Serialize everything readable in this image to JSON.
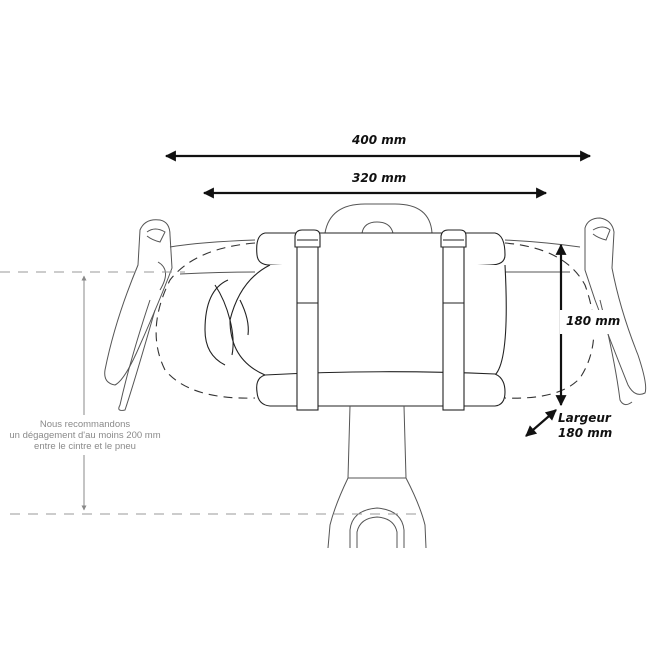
{
  "dimensions": {
    "handlebar_width": "400 mm",
    "bag_length": "320 mm",
    "bag_height": "180 mm",
    "bag_width_label": "Largeur",
    "bag_width_value": "180 mm"
  },
  "clearance_note": {
    "line1": "Nous recommandons",
    "line2": "un dégagement d'au moins 200 mm",
    "line3": "entre le cintre et le pneu"
  },
  "colors": {
    "line": "#333333",
    "arrow": "#111111",
    "note": "#8a8a8a",
    "dashed": "#999999"
  }
}
